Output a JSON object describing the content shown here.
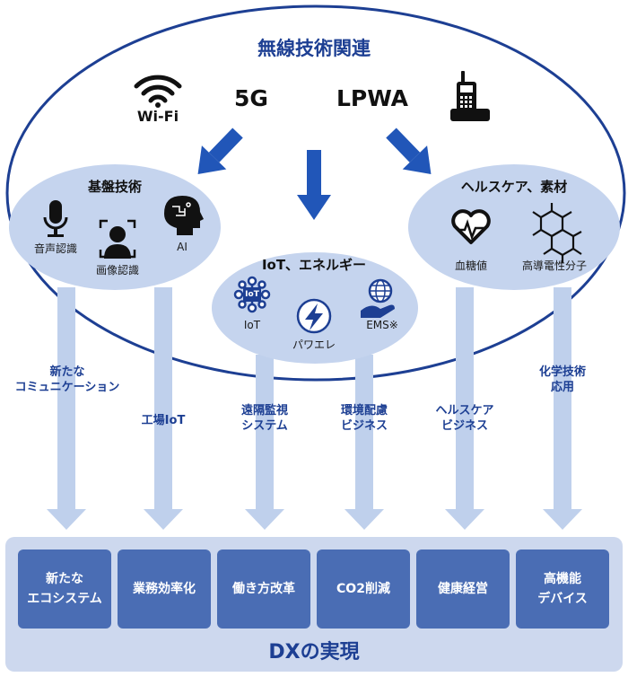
{
  "title": "無線技術関連",
  "techs": {
    "wifi": "Wi-Fi",
    "5g": "5G",
    "lpwa": "LPWA"
  },
  "groups": {
    "base": {
      "title": "基盤技術",
      "items": [
        "音声認識",
        "画像認識",
        "AI"
      ]
    },
    "iot": {
      "title": "IoT、エネルギー",
      "items": [
        "IoT",
        "パワエレ",
        "EMS※"
      ],
      "chip_text": "IoT"
    },
    "health": {
      "title": "ヘルスケア、素材",
      "items": [
        "血糖値",
        "高導電性分子"
      ]
    }
  },
  "flows": [
    "新たな\nコミュニケーション",
    "工場IoT",
    "遠隔監視\nシステム",
    "環境配慮\nビジネス",
    "ヘルスケア\nビジネス",
    "化学技術\n応用"
  ],
  "outcomes": [
    "新たな\nエコシステム",
    "業務効率化",
    "働き方改革",
    "CO2削減",
    "健康経営",
    "高機能\nデバイス"
  ],
  "footer": "DXの実現",
  "colors": {
    "navy": "#1d3f93",
    "oval": "#c5d4ee",
    "bar": "#bfd0ec",
    "box": "#4a6db4",
    "panel": "#cdd8ee",
    "arrow": "#2156b8"
  }
}
